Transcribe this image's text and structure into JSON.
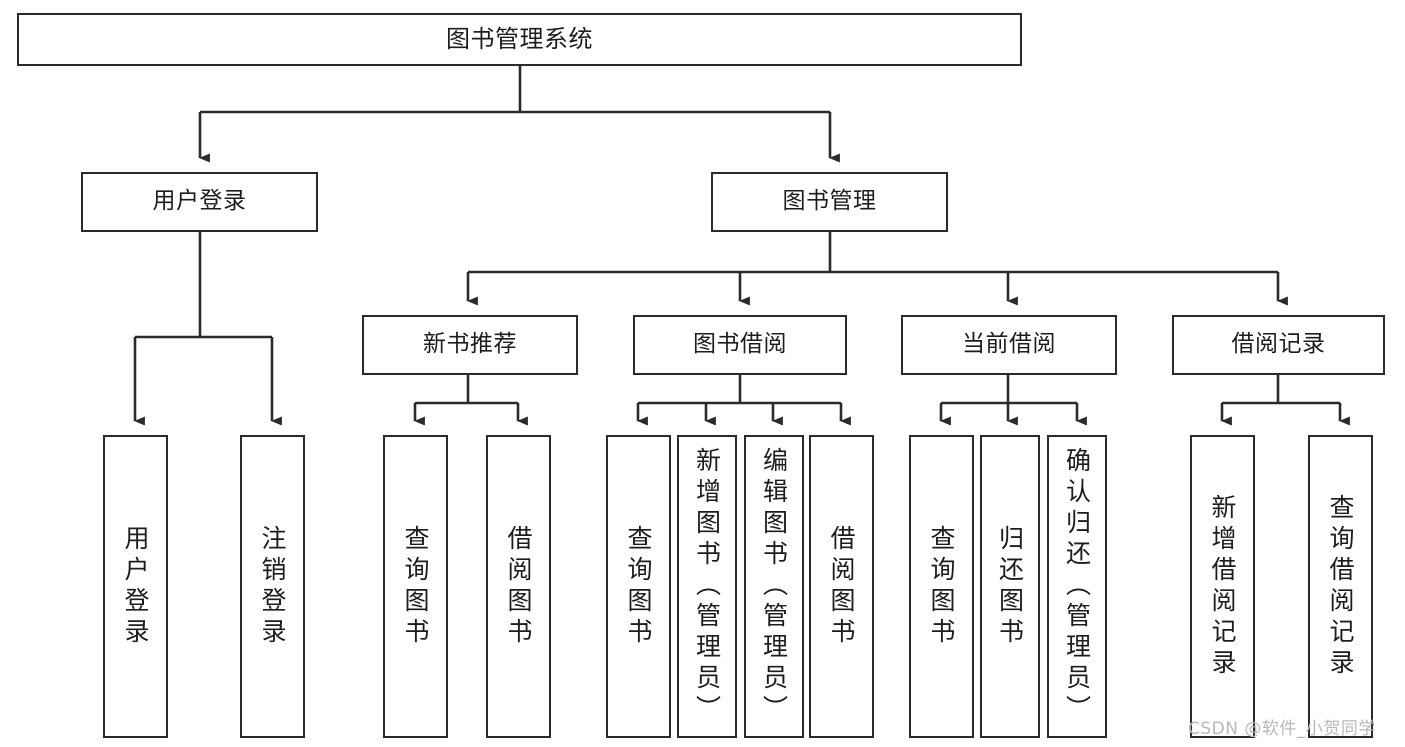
{
  "diagram": {
    "title": "图书管理系统",
    "type": "tree-hierarchy-chart",
    "watermark": "CSDN @软件_小贺同学",
    "colors": {
      "box_border": "#2b2b2b",
      "box_fill": "#ffffff",
      "connector": "#2b2b2b",
      "text": "#1d1d1d",
      "watermark": "#b9b9b9",
      "background": "#ffffff"
    },
    "root": {
      "label": "图书管理系统"
    },
    "level2": [
      {
        "label": "用户登录"
      },
      {
        "label": "图书管理"
      }
    ],
    "level3": [
      {
        "label": "新书推荐"
      },
      {
        "label": "图书借阅"
      },
      {
        "label": "当前借阅"
      },
      {
        "label": "借阅记录"
      }
    ],
    "leaves": {
      "user_login": [
        {
          "label": "用户登录"
        },
        {
          "label": "注销登录"
        }
      ],
      "new_book_recommend": [
        {
          "label": "查询图书"
        },
        {
          "label": "借阅图书"
        }
      ],
      "book_borrow": [
        {
          "label": "查询图书"
        },
        {
          "label": "新增图书（管理员）"
        },
        {
          "label": "编辑图书（管理员）"
        },
        {
          "label": "借阅图书"
        }
      ],
      "current_borrow": [
        {
          "label": "查询图书"
        },
        {
          "label": "归还图书"
        },
        {
          "label": "确认归还（管理员）"
        }
      ],
      "borrow_record": [
        {
          "label": "新增借阅记录"
        },
        {
          "label": "查询借阅记录"
        }
      ]
    }
  }
}
